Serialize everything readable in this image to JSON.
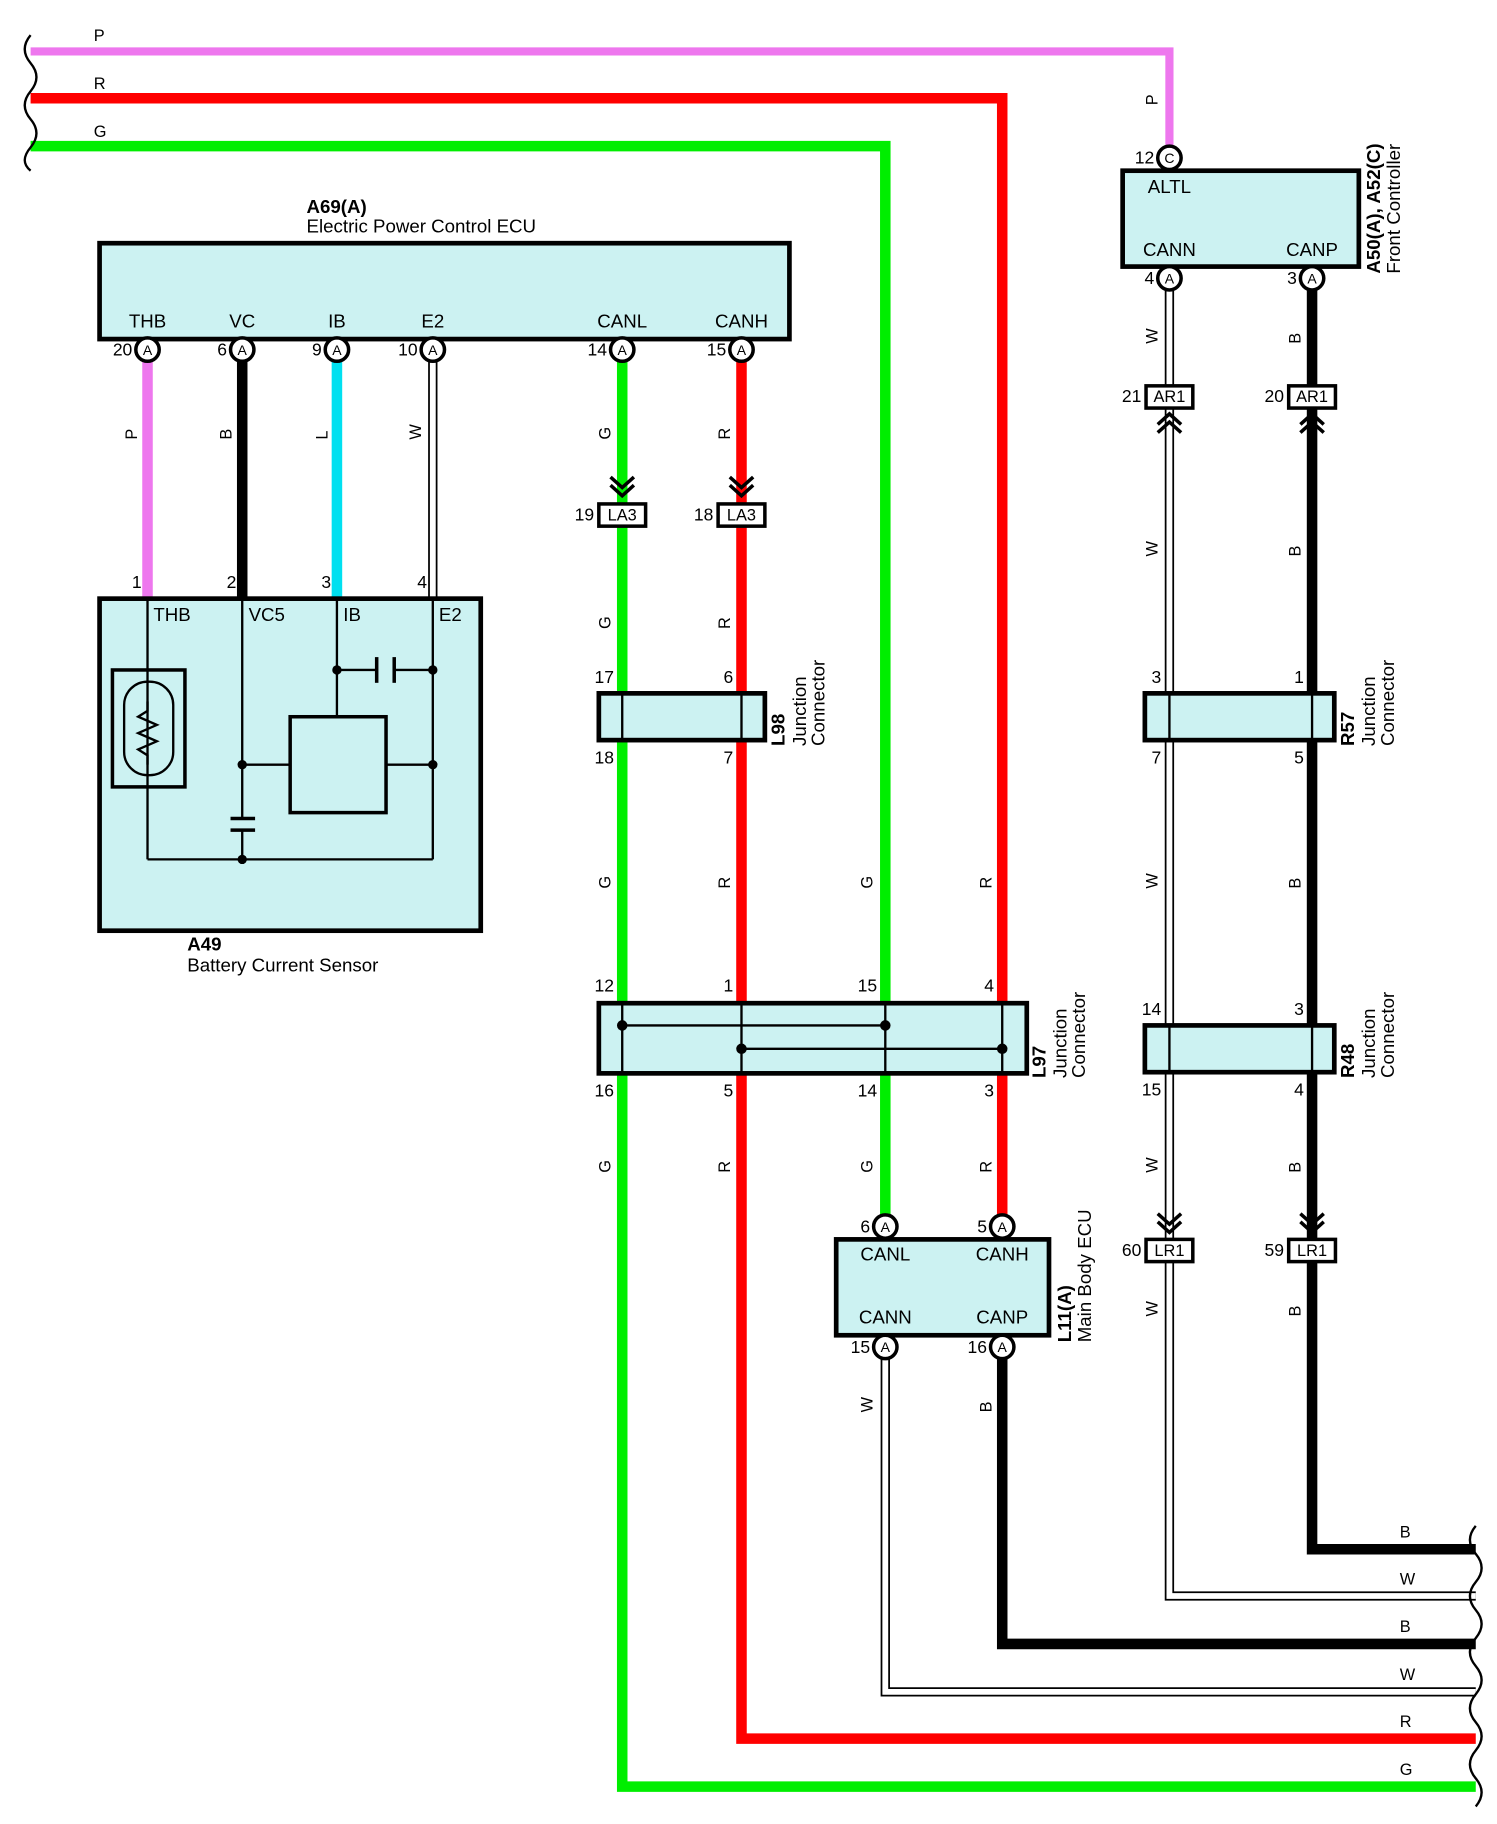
{
  "colors": {
    "P": "#ee77ee",
    "R": "#ff0000",
    "G": "#00ee00",
    "L": "#00e0f0",
    "B": "#000000",
    "W": "#ffffff",
    "box_fill": "#ccf2f2"
  },
  "top_wires": [
    "P",
    "R",
    "G"
  ],
  "ecu_a69": {
    "id": "A69(A)",
    "name": "Electric Power Control ECU",
    "terminals": [
      "THB",
      "VC",
      "IB",
      "E2",
      "CANL",
      "CANH"
    ],
    "pins": [
      "20",
      "6",
      "9",
      "10",
      "14",
      "15"
    ],
    "wire_colors": [
      "P",
      "B",
      "L",
      "W",
      "G",
      "R"
    ]
  },
  "sensor_a49": {
    "id": "A49",
    "name": "Battery Current Sensor",
    "terminals": [
      "THB",
      "VC5",
      "IB",
      "E2"
    ],
    "pins": [
      "1",
      "2",
      "3",
      "4"
    ]
  },
  "pin_badge": "A",
  "la3": {
    "label": "LA3",
    "pins": [
      "19",
      "18"
    ]
  },
  "ar1": {
    "label": "AR1",
    "pins": [
      "21",
      "20"
    ]
  },
  "lr1": {
    "label": "LR1",
    "pins": [
      "60",
      "59"
    ]
  },
  "l98": {
    "id": "L98",
    "line1": "Junction",
    "line2": "Connector",
    "pins": [
      "17",
      "6",
      "18",
      "7"
    ]
  },
  "l97": {
    "id": "L97",
    "line1": "Junction",
    "line2": "Connector",
    "pins": [
      "12",
      "1",
      "15",
      "4",
      "16",
      "5",
      "14",
      "3"
    ]
  },
  "r57": {
    "id": "R57",
    "line1": "Junction",
    "line2": "Connector",
    "pins": [
      "3",
      "1",
      "7",
      "5"
    ]
  },
  "r48": {
    "id": "R48",
    "line1": "Junction",
    "line2": "Connector",
    "pins": [
      "14",
      "3",
      "15",
      "4"
    ]
  },
  "front_ctrl": {
    "id": "A50(A), A52(C)",
    "name": "Front Controller",
    "terminals": [
      "ALTL",
      "CANN",
      "CANP"
    ],
    "pins": [
      "12",
      "4",
      "3"
    ],
    "badges": [
      "C",
      "A",
      "A"
    ]
  },
  "main_body": {
    "id": "L11(A)",
    "name": "Main Body ECU",
    "terminals": [
      "CANL",
      "CANH",
      "CANN",
      "CANP"
    ],
    "pins": [
      "6",
      "5",
      "15",
      "16"
    ]
  },
  "wire_labels": {
    "P": "P",
    "R": "R",
    "G": "G",
    "B": "B",
    "W": "W",
    "L": "L"
  },
  "right_exits": [
    "B",
    "W",
    "B",
    "W",
    "R",
    "G"
  ]
}
